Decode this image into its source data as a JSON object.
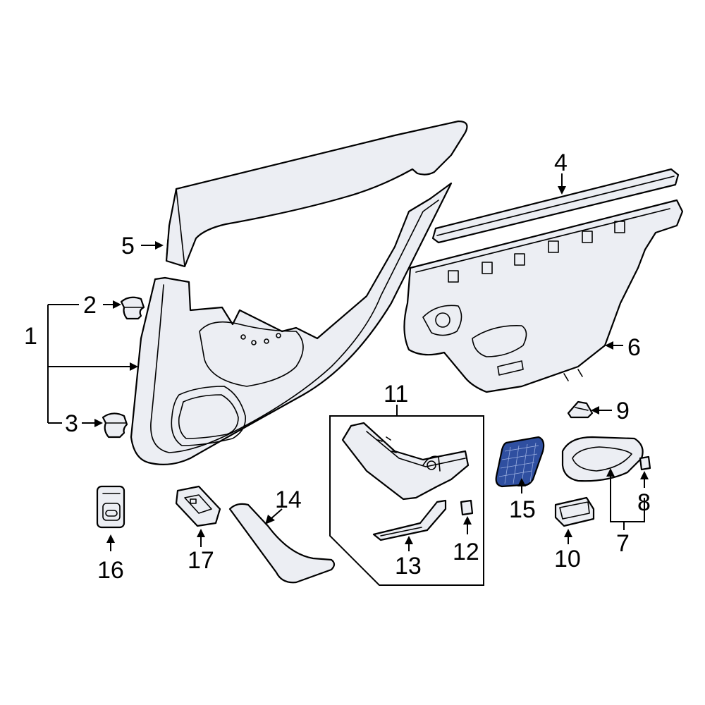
{
  "callouts": {
    "c1": "1",
    "c2": "2",
    "c3": "3",
    "c4": "4",
    "c5": "5",
    "c6": "6",
    "c7": "7",
    "c8": "8",
    "c9": "9",
    "c10": "10",
    "c11": "11",
    "c12": "12",
    "c13": "13",
    "c14": "14",
    "c15": "15",
    "c16": "16",
    "c17": "17"
  },
  "colors": {
    "highlight_part_fill": "#2f4fa0",
    "line": "#000000",
    "part_fill": "#eceef3"
  }
}
